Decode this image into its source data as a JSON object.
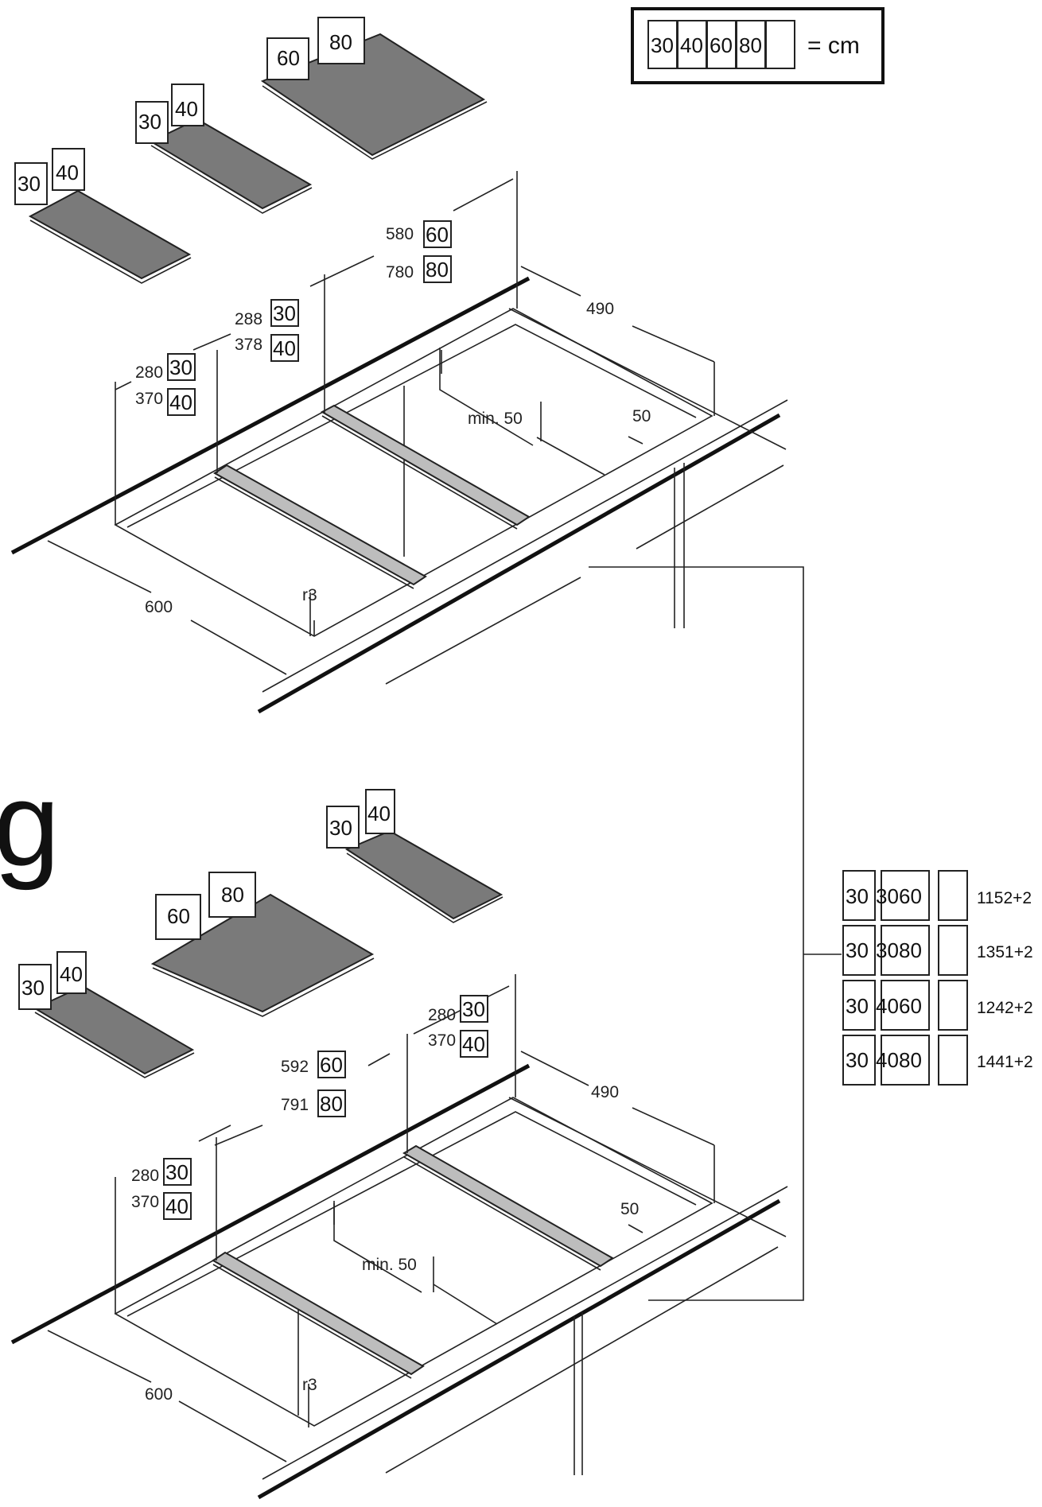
{
  "legend": {
    "sizes": [
      "30",
      "40",
      "60",
      "80",
      ""
    ],
    "unit": "= cm"
  },
  "top_diagram": {
    "plates": [
      {
        "labels": [
          "60",
          "80"
        ]
      },
      {
        "labels": [
          "30",
          "40"
        ]
      },
      {
        "labels": [
          "30",
          "40"
        ]
      }
    ],
    "dim_580": "580",
    "box_580": "60",
    "dim_780": "780",
    "box_780": "80",
    "dim_288": "288",
    "box_288": "30",
    "dim_378": "378",
    "box_378": "40",
    "dim_280": "280",
    "box_280": "30",
    "dim_370": "370",
    "box_370": "40",
    "dim_490": "490",
    "dim_min50": "min. 50",
    "dim_50": "50",
    "dim_600": "600",
    "dim_r3": "r3"
  },
  "side_letter": "g",
  "bottom_diagram": {
    "plates": [
      {
        "labels": [
          "30",
          "40"
        ]
      },
      {
        "labels": [
          "60",
          "80"
        ]
      },
      {
        "labels": [
          "30",
          "40"
        ]
      }
    ],
    "dim_592": "592",
    "box_592": "60",
    "dim_791": "791",
    "box_791": "80",
    "dim_280a": "280",
    "box_280a": "30",
    "dim_370a": "370",
    "box_370a": "40",
    "dim_280b": "280",
    "box_280b": "30",
    "dim_370b": "370",
    "box_370b": "40",
    "dim_490": "490",
    "dim_50": "50",
    "dim_min50": "min. 50",
    "dim_600": "600",
    "dim_r3": "r3"
  },
  "combo_table": [
    {
      "boxes": [
        "30",
        "30",
        "60"
      ],
      "value": "1152+2"
    },
    {
      "boxes": [
        "30",
        "30",
        "80"
      ],
      "value": "1351+2"
    },
    {
      "boxes": [
        "30",
        "40",
        "60"
      ],
      "value": "1242+2"
    },
    {
      "boxes": [
        "30",
        "40",
        "80"
      ],
      "value": "1441+2"
    }
  ]
}
